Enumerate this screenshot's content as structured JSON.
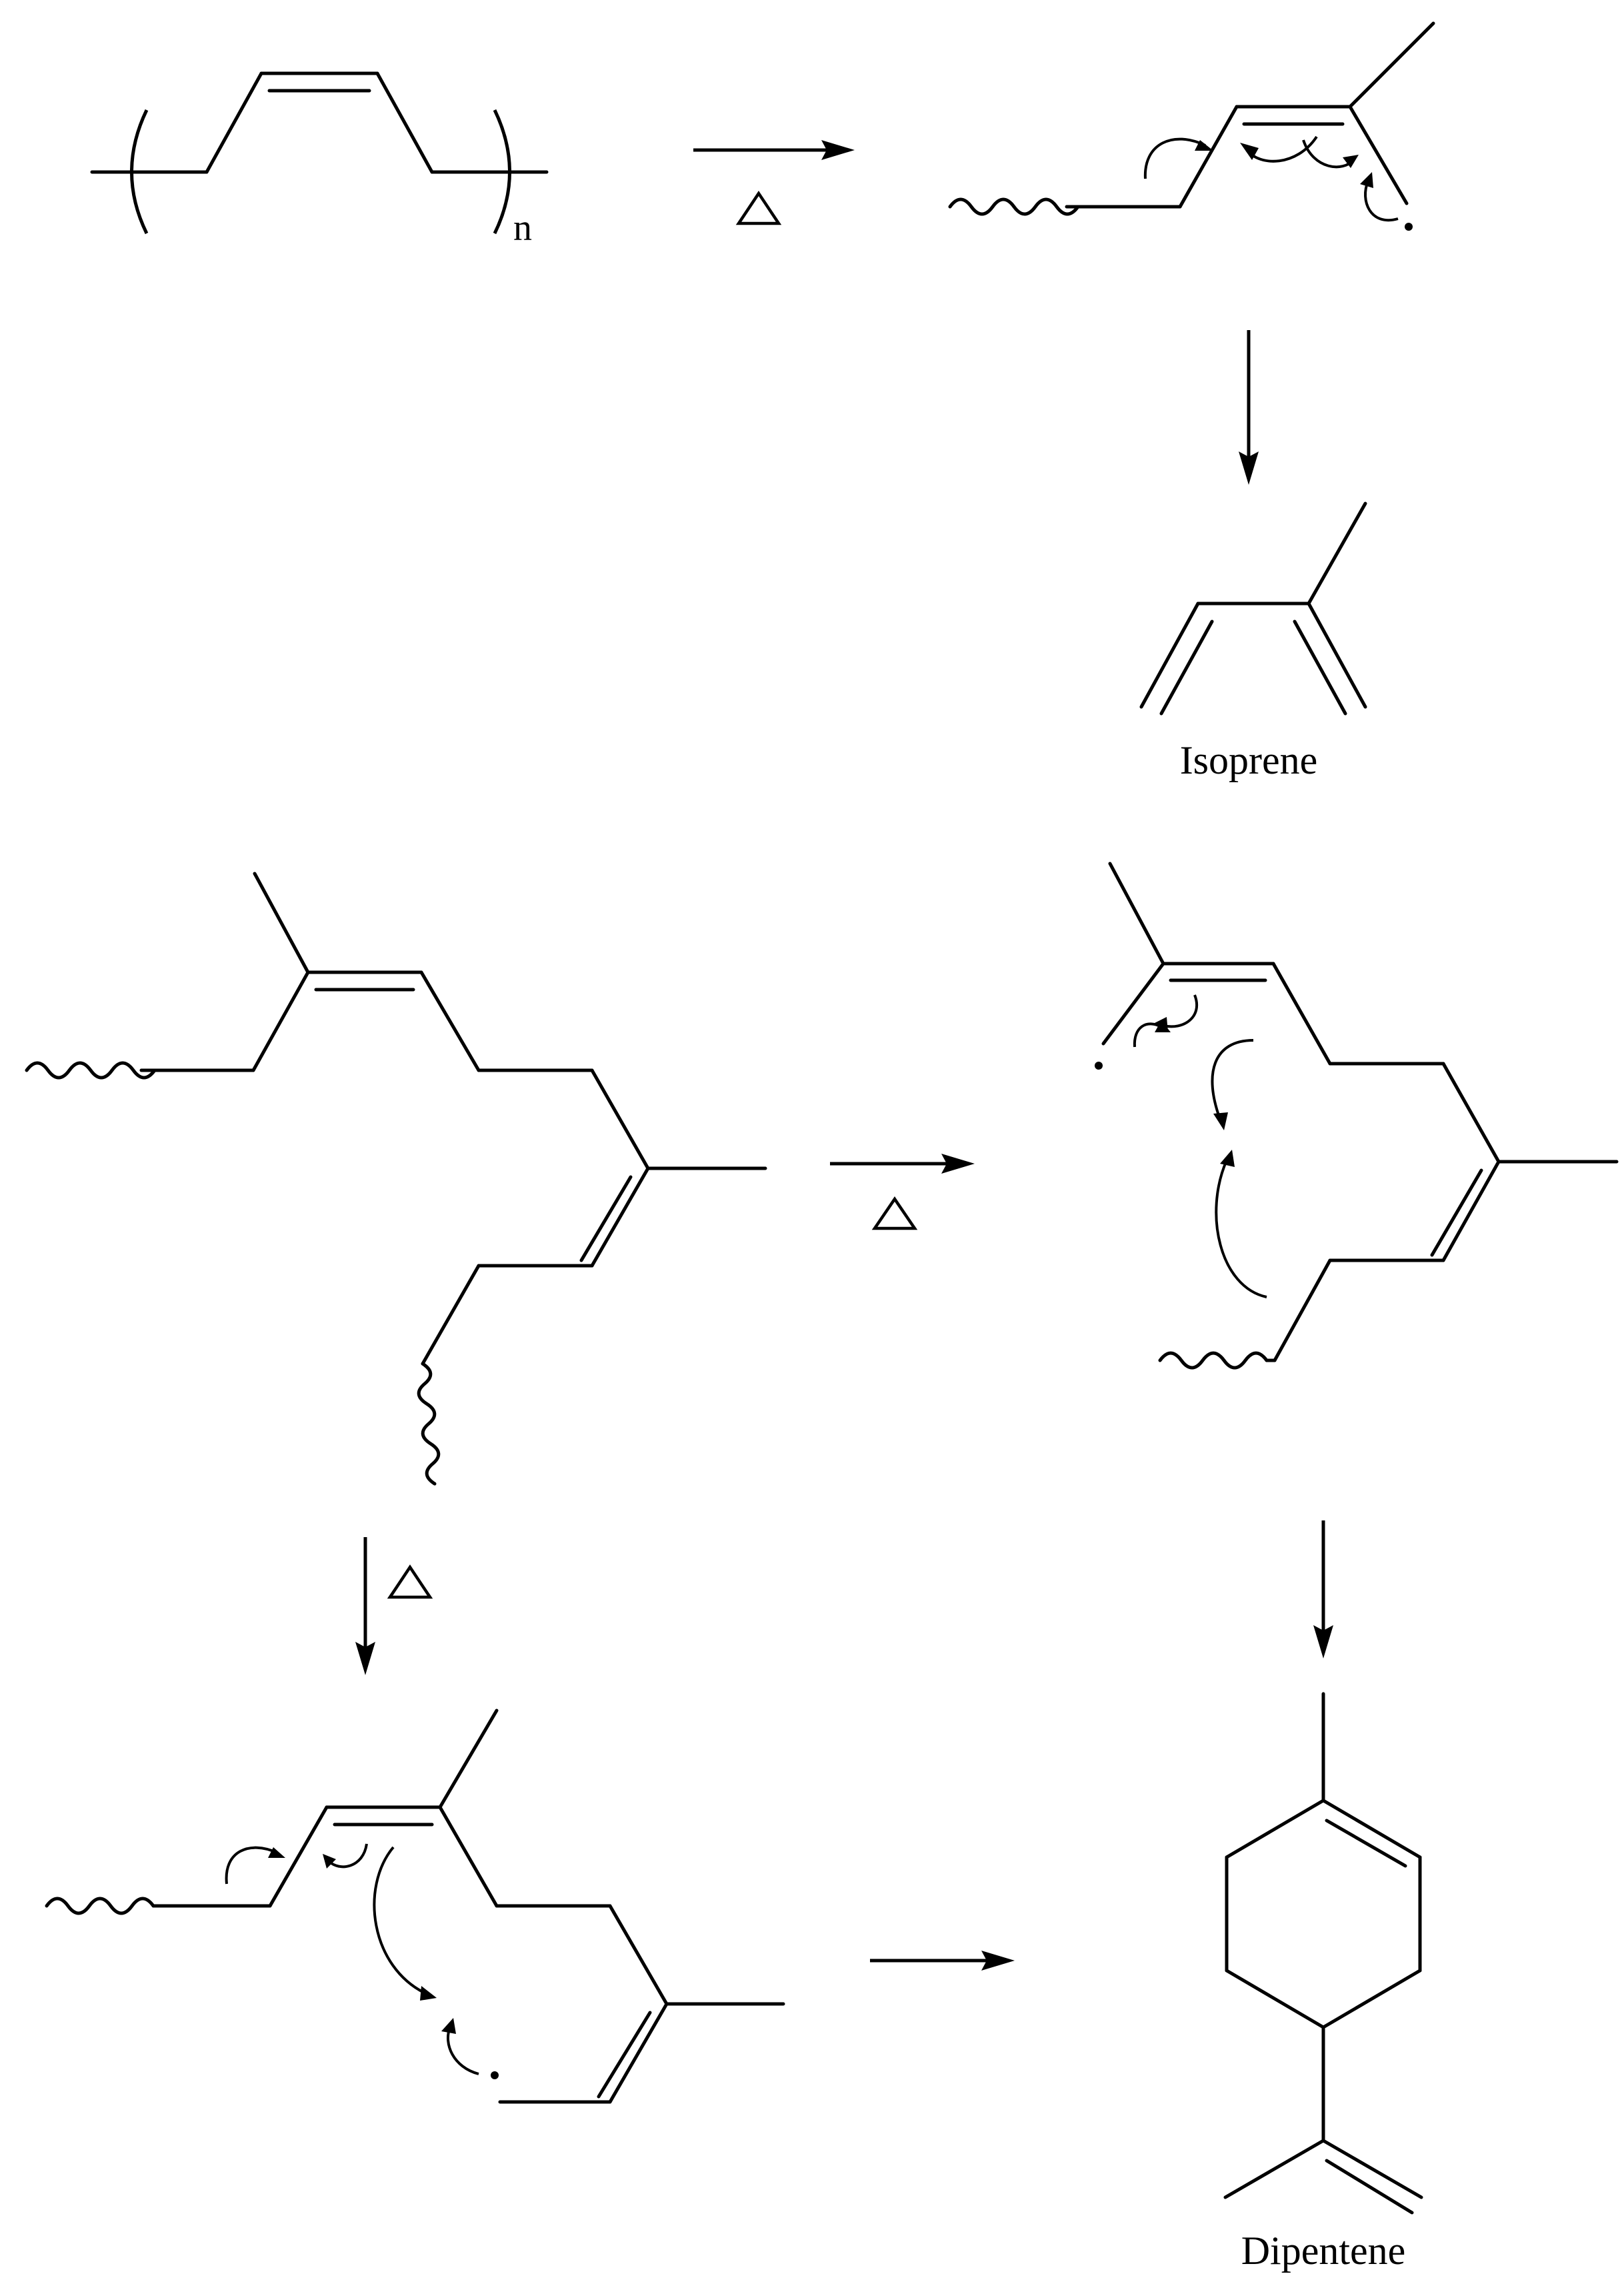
{
  "labels": {
    "repeat_subscript": "n",
    "isoprene": "Isoprene",
    "dipentene": "Dipentene"
  },
  "colors": {
    "ink": "#000000",
    "background": "#ffffff"
  }
}
